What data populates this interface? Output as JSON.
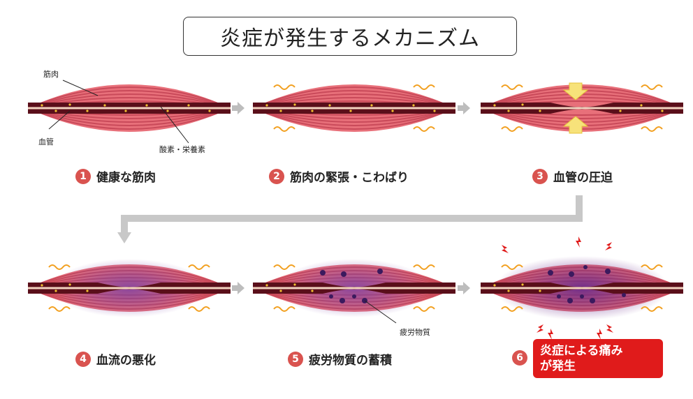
{
  "title": "炎症が発生するメカニズム",
  "callouts": {
    "muscle": "筋肉",
    "vessel": "血管",
    "nutrients": "酸素・栄養素",
    "fatigue": "疲労物質"
  },
  "steps": [
    {
      "num": "1",
      "label": "健康な筋肉"
    },
    {
      "num": "2",
      "label": "筋肉の緊張・こわばり"
    },
    {
      "num": "3",
      "label": "血管の圧迫"
    },
    {
      "num": "4",
      "label": "血流の悪化"
    },
    {
      "num": "5",
      "label": "疲労物質の蓄積"
    },
    {
      "num": "6",
      "label_line1": "炎症による痛み",
      "label_line2": "が発生"
    }
  ],
  "colors": {
    "muscle": "#e8707a",
    "stripe": "#c94a5a",
    "vessel": "#5a0f1a",
    "badge": "#d9534f",
    "alert": "#e01b1b",
    "bruise": "#6a2a8a"
  }
}
